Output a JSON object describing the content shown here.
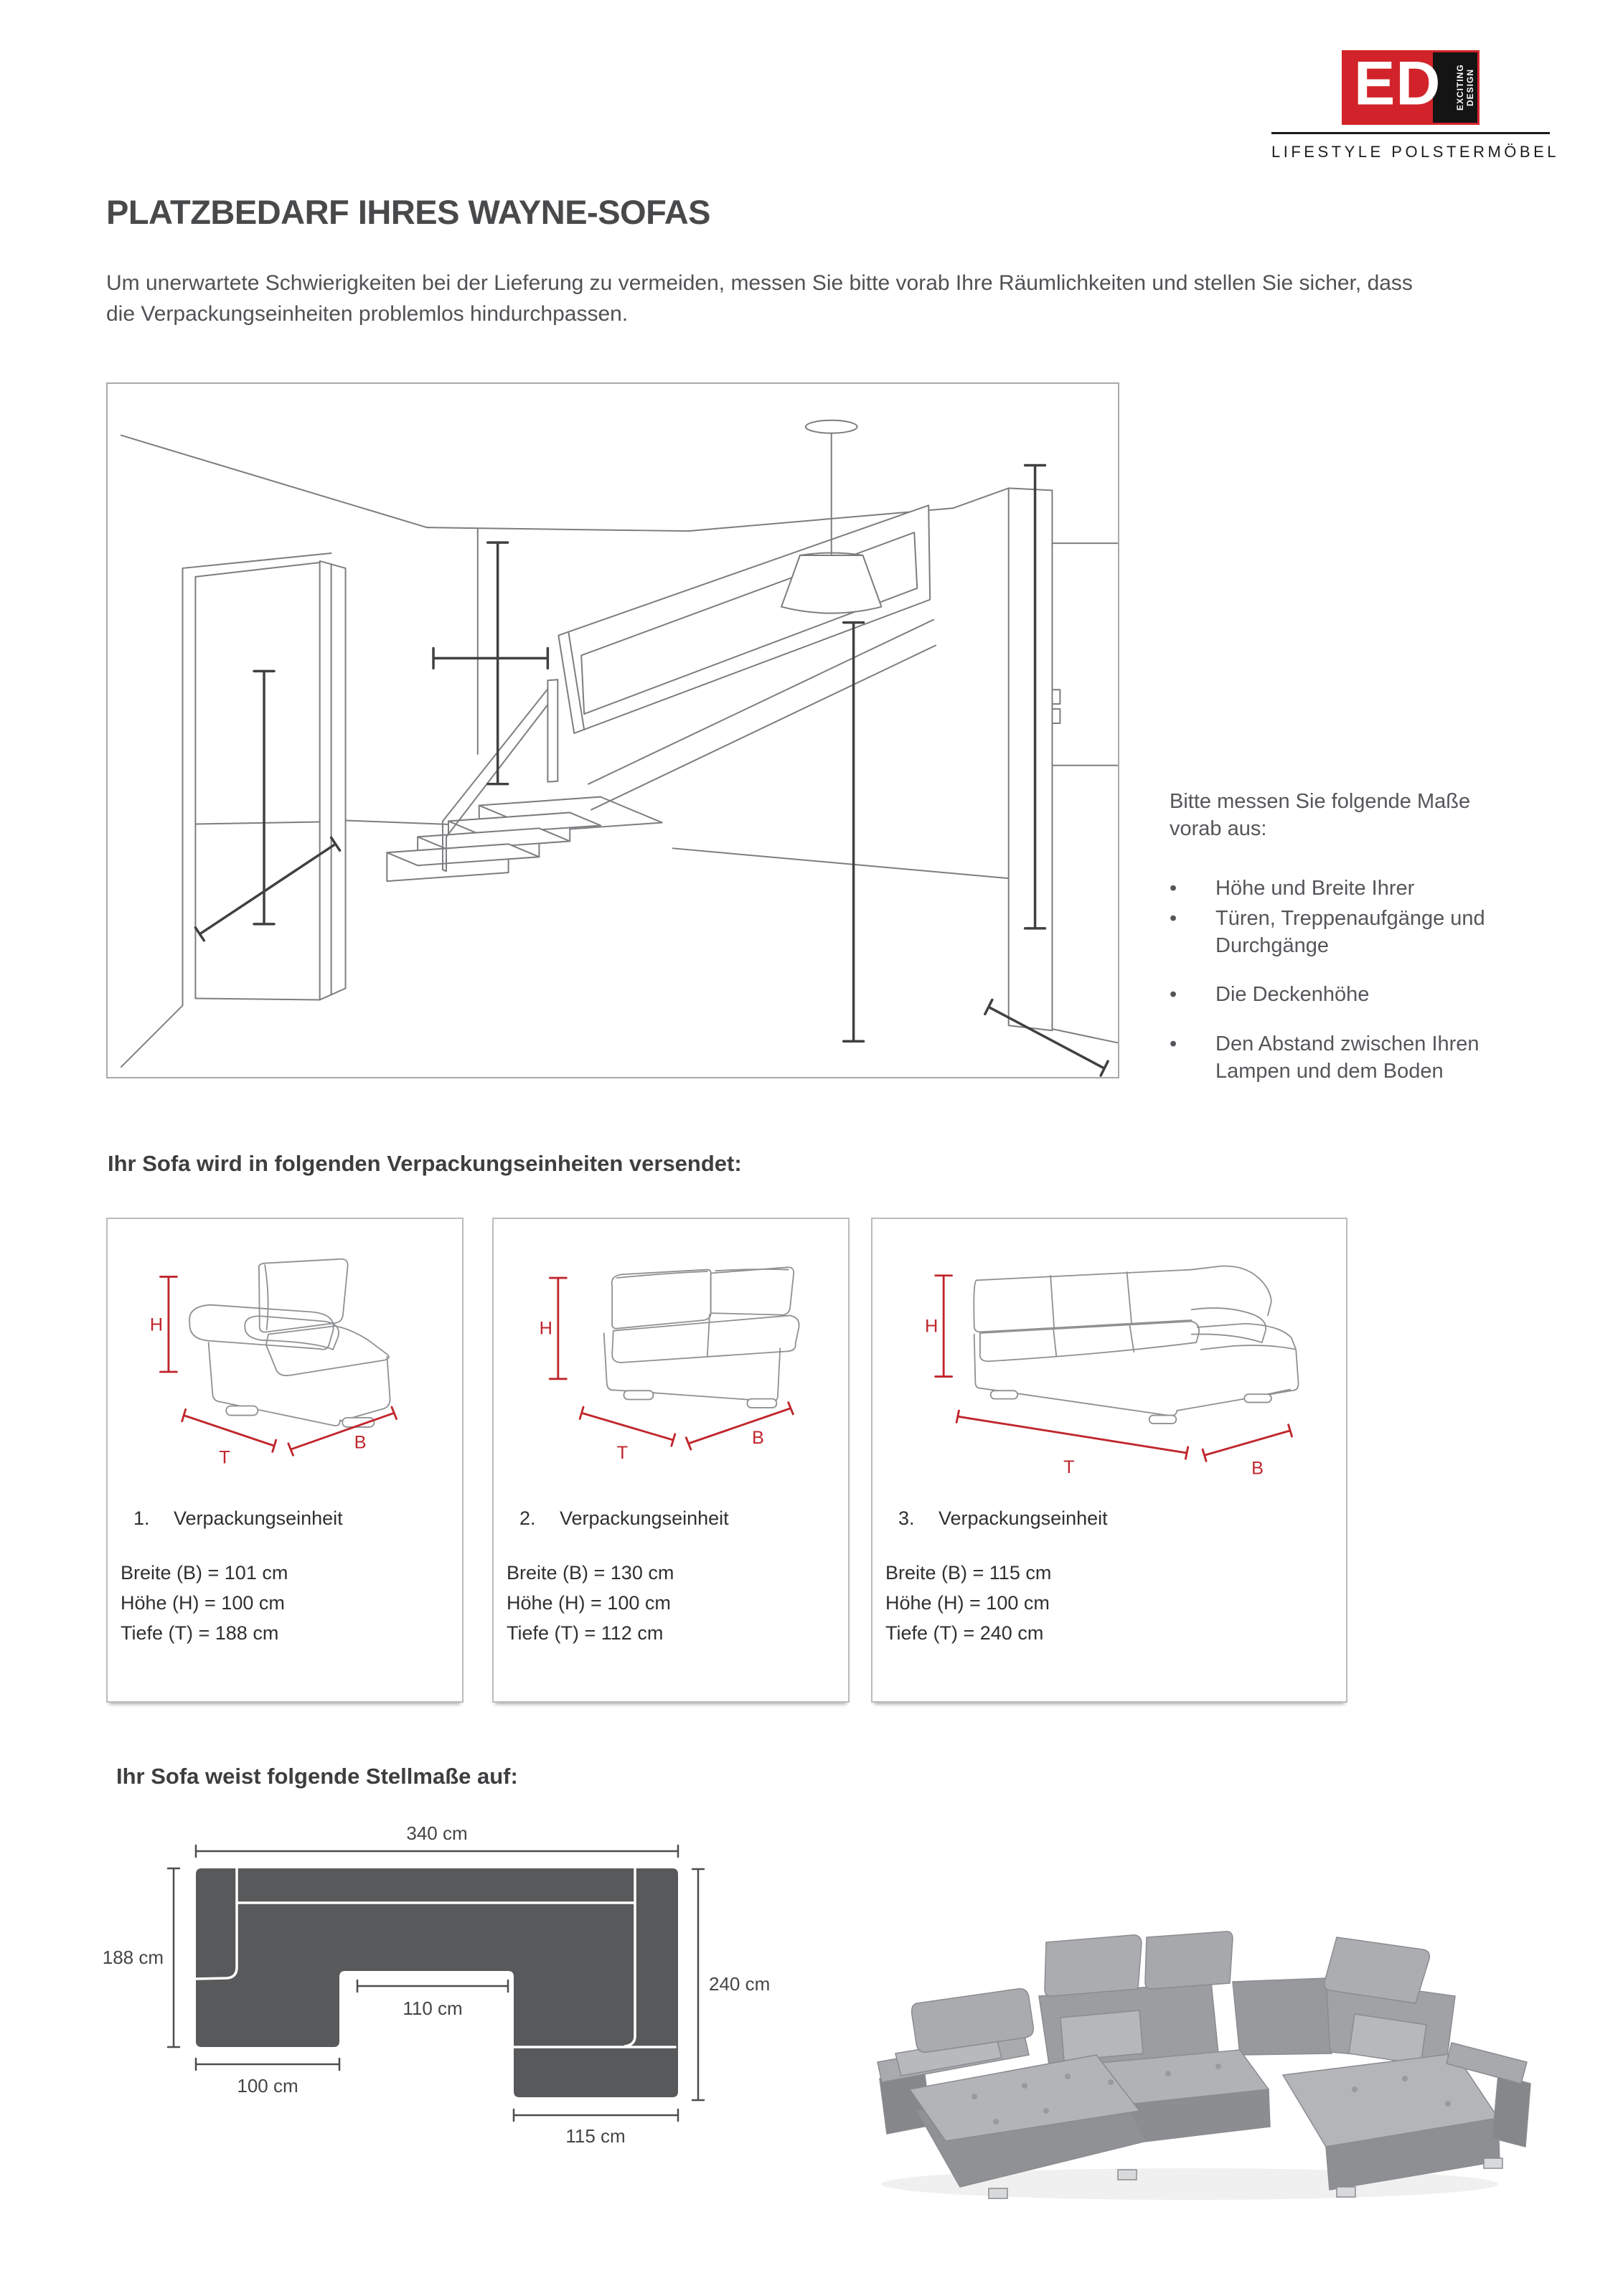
{
  "logo": {
    "letters": "ED",
    "vertical": "EXCITING DESIGN",
    "subtitle": "LIFESTYLE POLSTERMÖBEL"
  },
  "header": {
    "title": "PLATZBEDARF IHRES WAYNE-SOFAS",
    "intro": "Um unerwartete Schwierigkeiten bei der Lieferung zu vermeiden, messen Sie bitte vorab Ihre Räumlichkeiten und stellen Sie sicher, dass die Verpackungseinheiten problemlos hindurchpassen."
  },
  "measure_note": {
    "intro": "Bitte messen Sie folgende Maße vorab aus:",
    "bullet_char": "•",
    "bullets": [
      "Höhe und Breite Ihrer",
      "Türen, Treppenaufgänge und Durchgänge",
      "Die Deckenhöhe",
      "Den Abstand zwischen Ihren Lampen und dem Boden"
    ]
  },
  "packaging": {
    "heading": "Ihr Sofa wird in folgenden Verpackungseinheiten versendet:",
    "dimension_letters": {
      "h": "H",
      "t": "T",
      "b": "B"
    },
    "units": [
      {
        "number": "1.",
        "title": "Verpackungseinheit",
        "breite": "Breite (B) = 101 cm",
        "hoehe": "Höhe (H) = 100 cm",
        "tiefe": "Tiefe (T) = 188 cm"
      },
      {
        "number": "2.",
        "title": "Verpackungseinheit",
        "breite": "Breite (B) = 130 cm",
        "hoehe": "Höhe (H) = 100 cm",
        "tiefe": "Tiefe (T) = 112 cm"
      },
      {
        "number": "3.",
        "title": "Verpackungseinheit",
        "breite": "Breite (B) = 115 cm",
        "hoehe": "Höhe (H) = 100 cm",
        "tiefe": "Tiefe (T) = 240 cm"
      }
    ]
  },
  "floorplan": {
    "heading": "Ihr Sofa weist folgende Stellmaße auf:",
    "labels": {
      "total_width": "340 cm",
      "left_depth": "188 cm",
      "right_depth": "240 cm",
      "inner_width": "110 cm",
      "left_width": "100 cm",
      "right_width": "115 cm"
    }
  },
  "colors": {
    "accent_red": "#c0262c",
    "plan_fill": "#58595b",
    "lineart_gray": "#8e9093",
    "arrow_dark": "#3f4042"
  }
}
